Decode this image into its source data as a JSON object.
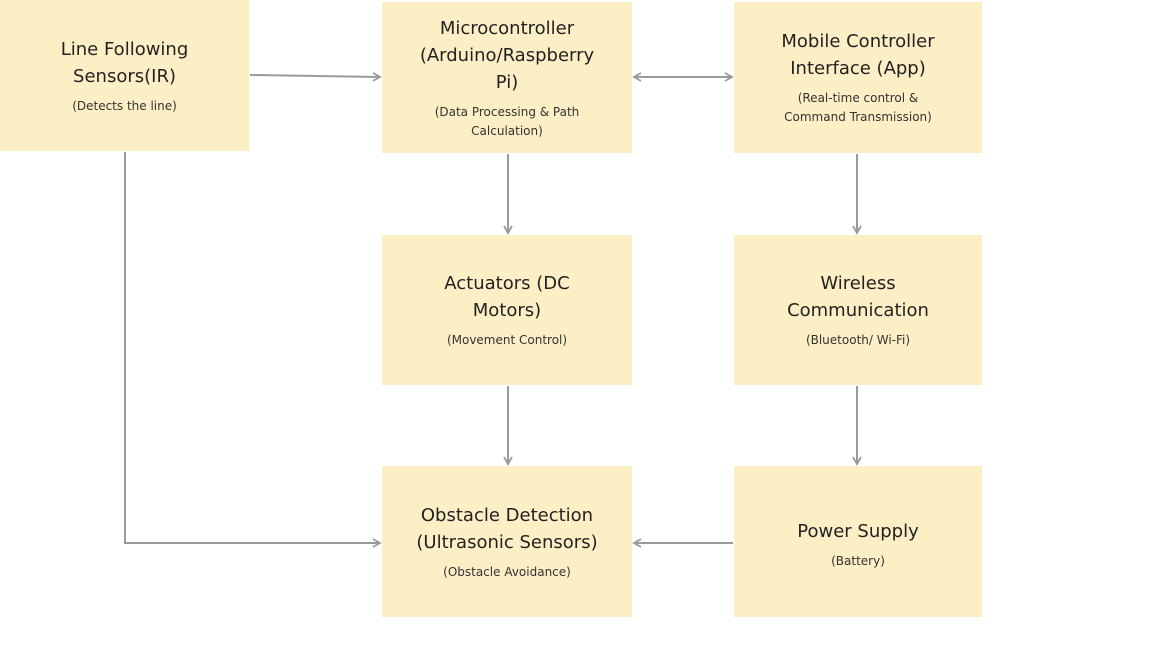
{
  "nodes": {
    "sensors": {
      "title": "Line Following\nSensors(IR)",
      "subtitle": "(Detects the line)"
    },
    "mcu": {
      "title": "Microcontroller\n(Arduino/Raspberry\nPi)",
      "subtitle": "(Data Processing & Path\nCalculation)"
    },
    "mobile": {
      "title": "Mobile Controller\nInterface (App)",
      "subtitle": "(Real-time control &\nCommand Transmission)"
    },
    "actuators": {
      "title": "Actuators (DC\nMotors)",
      "subtitle": "(Movement  Control)"
    },
    "wireless": {
      "title": "Wireless\nCommunication",
      "subtitle": "(Bluetooth/ Wi-Fi)"
    },
    "obstacle": {
      "title": "Obstacle Detection\n(Ultrasonic Sensors)",
      "subtitle": "(Obstacle Avoidance)"
    },
    "power": {
      "title": "Power Supply",
      "subtitle": "(Battery)"
    }
  },
  "colors": {
    "box_fill": "#fcefc5",
    "connector": "#9a9a9a"
  }
}
